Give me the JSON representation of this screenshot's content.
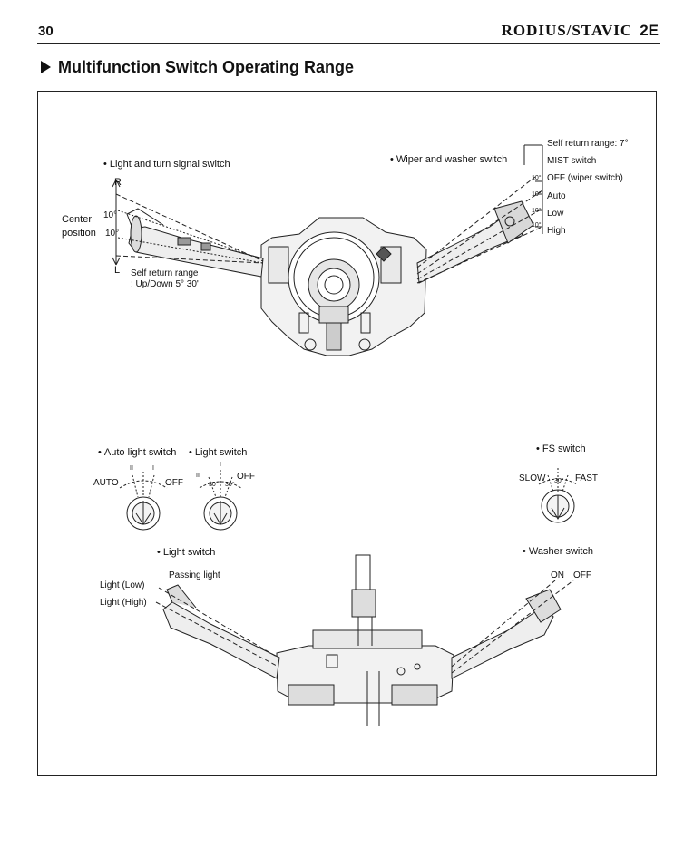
{
  "page": {
    "number": "30",
    "brand": "RODIUS/STAVIC",
    "section": "2E"
  },
  "title": "Multifunction Switch Operating Range",
  "top": {
    "light_turn": {
      "heading": "Light and turn signal switch",
      "r": "R",
      "l": "L",
      "center": "Center",
      "position": "position",
      "up": "10°",
      "down": "10°",
      "self_return_1": "Self return range",
      "self_return_2": ": Up/Down 5° 30'"
    },
    "wiper": {
      "heading": "Wiper and washer switch",
      "self_return": "Self return range: 7°",
      "mist": "MIST switch",
      "off": "OFF (wiper switch)",
      "auto": "Auto",
      "low": "Low",
      "high": "High",
      "angle": "10°"
    }
  },
  "middle": {
    "auto_light": {
      "heading": "Auto light switch",
      "auto": "AUTO",
      "off": "OFF",
      "ii": "II",
      "i": "I"
    },
    "light": {
      "heading": "Light switch",
      "ii": "II",
      "i": "I",
      "off": "OFF",
      "a1": "30°",
      "a2": "30°"
    },
    "fs": {
      "heading": "FS switch",
      "slow": "SLOW",
      "fast": "FAST",
      "a": "30°"
    }
  },
  "bottom": {
    "light": {
      "heading": "Light switch",
      "passing": "Passing light",
      "low": "Light (Low)",
      "high": "Light (High)"
    },
    "washer": {
      "heading": "Washer switch",
      "on": "ON",
      "off": "OFF"
    }
  }
}
